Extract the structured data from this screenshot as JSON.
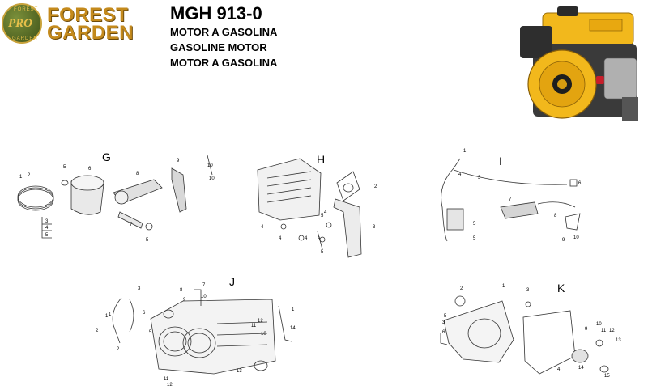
{
  "logo": {
    "badge_text": "PRO",
    "ring_top": "FOREST",
    "ring_bottom": "GARDEN",
    "line1": "FOREST",
    "line2": "GARDEN"
  },
  "header": {
    "model": "MGH 913-0",
    "line1": "MOTOR A GASOLINA",
    "line2": "GASOLINE MOTOR",
    "line3": "MOTOR A GASOLINA"
  },
  "sections": {
    "G": "G",
    "H": "H",
    "I": "I",
    "J": "J",
    "K": "K"
  },
  "colors": {
    "brand_gold": "#c48a1c",
    "engine_yellow": "#f2b81c"
  }
}
